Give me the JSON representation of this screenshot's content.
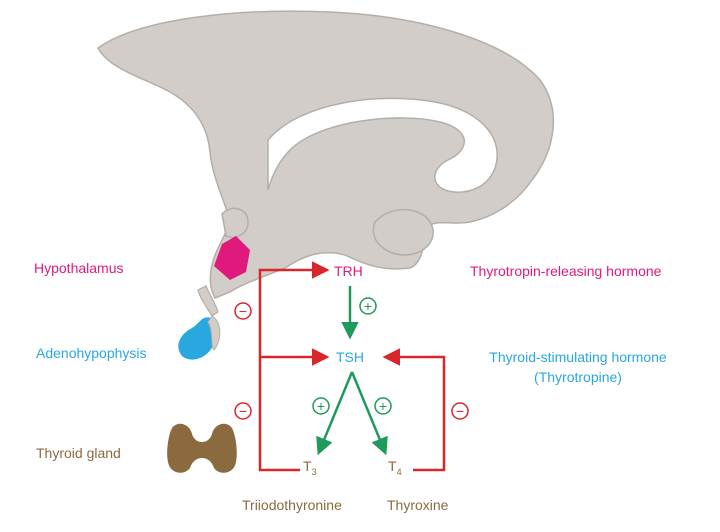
{
  "labels": {
    "hypothalamus": "Hypothalamus",
    "adenohypophysis": "Adenohypophysis",
    "thyroid_gland": "Thyroid gland",
    "trh": "TRH",
    "tsh": "TSH",
    "t3_base": "T",
    "t3_sub": "3",
    "t4_base": "T",
    "t4_sub": "4",
    "trh_full": "Thyrotropin-releasing hormone",
    "tsh_full_line1": "Thyroid-stimulating hormone",
    "tsh_full_line2": "(Thyrotropine)",
    "t3_full": "Triiodothyronine",
    "t4_full": "Thyroxine"
  },
  "signs": {
    "stimulate": "+",
    "inhibit": "−"
  },
  "colors": {
    "brain": "#d2cdc8",
    "brain_outline": "#b5aea8",
    "hypothalamus": "#e0197d",
    "adenohypophysis": "#29a8e0",
    "thyroid": "#8c6a3f",
    "stimulatory": "#1f9a5a",
    "inhibitory": "#d9262a"
  }
}
